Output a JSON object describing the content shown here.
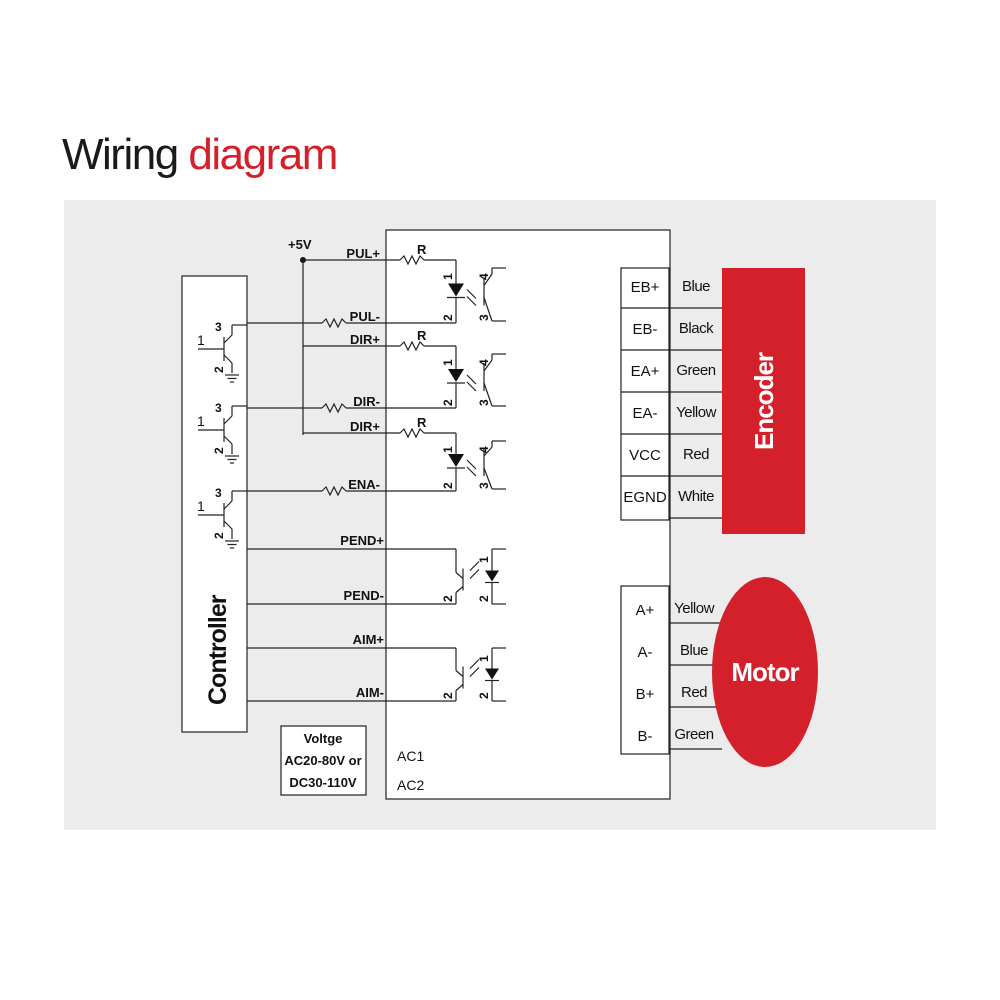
{
  "title": {
    "word1": "Wiring",
    "word2": "diagram"
  },
  "colors": {
    "accent": "#d3202b",
    "panel": "#ececec"
  },
  "supply": "+5V",
  "controller": {
    "label": "Controller",
    "pins": [
      "1",
      "2",
      "3"
    ]
  },
  "voltage_note": {
    "line1": "Voltge",
    "line2": "AC20-80V or",
    "line3": "DC30-110V"
  },
  "driver": {
    "signals": [
      "PUL+",
      "PUL-",
      "DIR+",
      "DIR-",
      "DIR+",
      "ENA-",
      "PEND+",
      "PEND-",
      "AIM+",
      "AIM-"
    ],
    "resistor_label": "R",
    "optocoupler_pins": [
      "1",
      "2",
      "3",
      "4"
    ],
    "ac": [
      "AC1",
      "AC2"
    ]
  },
  "encoder": {
    "label": "Encoder",
    "terminals": [
      "EB+",
      "EB-",
      "EA+",
      "EA-",
      "VCC",
      "EGND"
    ],
    "wires": [
      "Blue",
      "Black",
      "Green",
      "Yellow",
      "Red",
      "White"
    ]
  },
  "motor": {
    "label": "Motor",
    "terminals": [
      "A+",
      "A-",
      "B+",
      "B-"
    ],
    "wires": [
      "Yellow",
      "Blue",
      "Red",
      "Green"
    ]
  }
}
